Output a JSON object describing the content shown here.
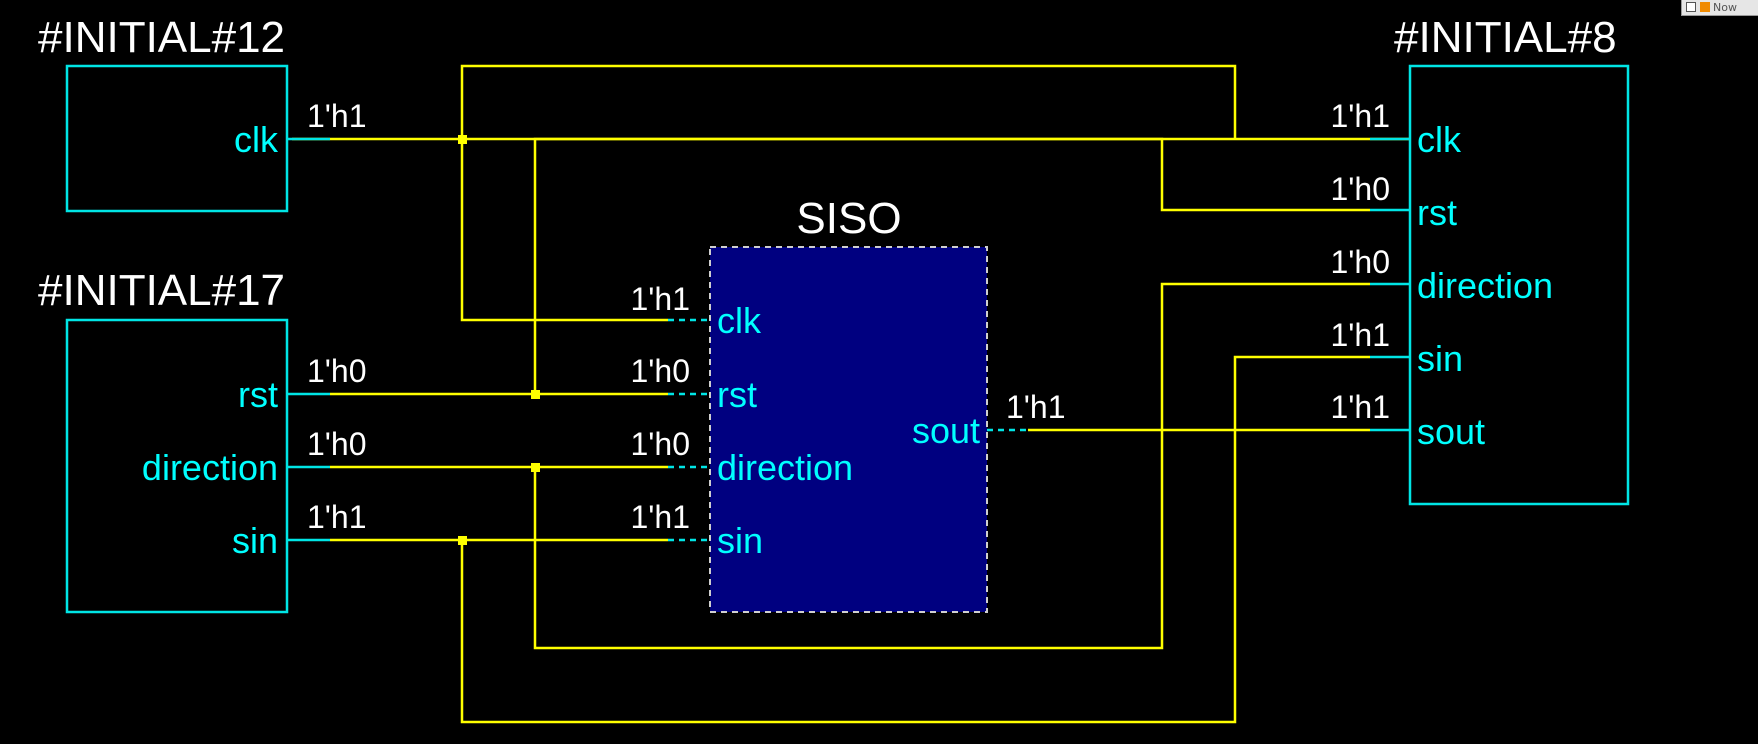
{
  "blocks": {
    "initial12": {
      "title": "#INITIAL#12",
      "ports": [
        "clk"
      ],
      "values": [
        "1'h1"
      ]
    },
    "initial17": {
      "title": "#INITIAL#17",
      "ports": [
        "rst",
        "direction",
        "sin"
      ],
      "values": [
        "1'h0",
        "1'h0",
        "1'h1"
      ]
    },
    "siso": {
      "title": "SISO",
      "inputs": [
        "clk",
        "rst",
        "direction",
        "sin"
      ],
      "input_values": [
        "1'h1",
        "1'h0",
        "1'h0",
        "1'h1"
      ],
      "output": "sout",
      "output_value": "1'h1"
    },
    "initial8": {
      "title": "#INITIAL#8",
      "ports": [
        "clk",
        "rst",
        "direction",
        "sin",
        "sout"
      ],
      "values": [
        "1'h1",
        "1'h0",
        "1'h0",
        "1'h1",
        "1'h1"
      ]
    }
  },
  "colors": {
    "background": "#000000",
    "port": "#00ffff",
    "wire": "#ffff00",
    "siso_fill": "#000080",
    "label": "#ffffff"
  },
  "toolbar": {
    "label": "Now"
  }
}
